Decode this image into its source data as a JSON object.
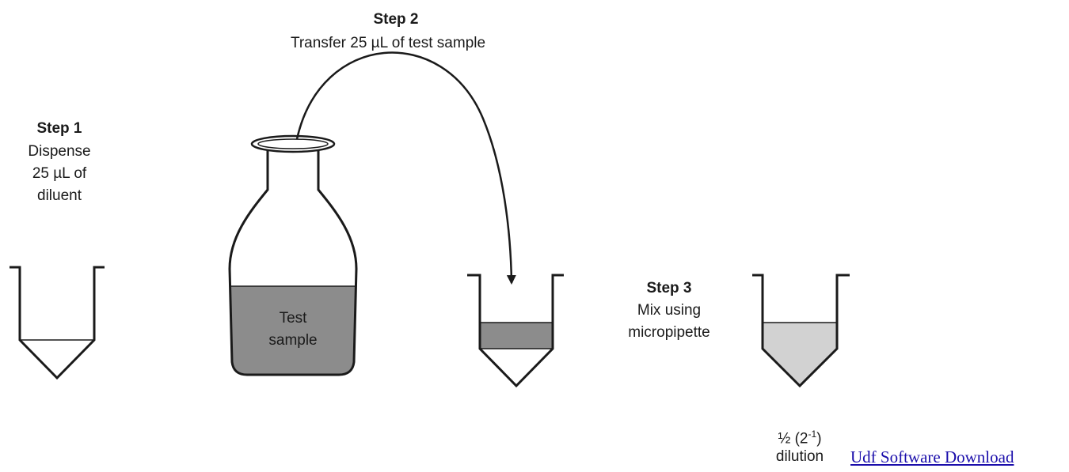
{
  "step2": {
    "title": "Step 2",
    "text": "Transfer 25 µL of test sample"
  },
  "step1": {
    "title": "Step 1",
    "line1": "Dispense",
    "line2": "25 µL of",
    "line3": "diluent"
  },
  "step3": {
    "title": "Step 3",
    "line1": "Mix using",
    "line2": "micropipette"
  },
  "bottle": {
    "line1": "Test",
    "line2": "sample"
  },
  "result": {
    "fraction": "½ (2",
    "exponent": "-1",
    "close": ")",
    "line2": "dilution"
  },
  "link": {
    "text": "Udf Software Download"
  },
  "colors": {
    "stroke": "#1a1a1a",
    "sample_fill": "#8c8c8c",
    "mix_fill": "#d2d2d2",
    "link": "#1a0dab"
  }
}
